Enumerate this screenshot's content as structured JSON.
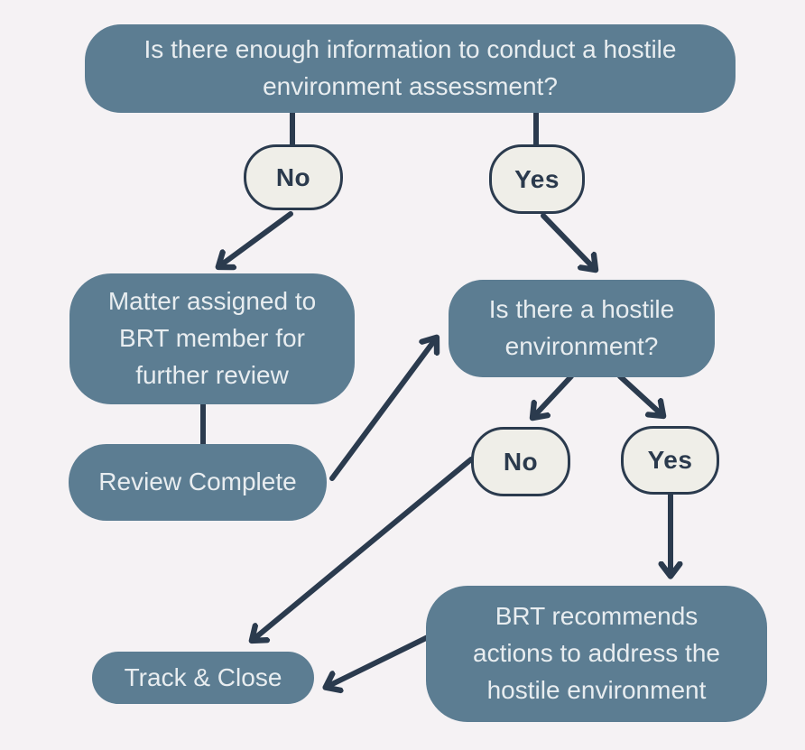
{
  "background_color": "#f5f2f4",
  "colors": {
    "process_fill": "#5c7d92",
    "process_text": "#e8edf0",
    "decision_fill": "#efeee8",
    "lines_and_outlines": "#2b3b4e"
  },
  "flowchart": {
    "nodes": {
      "q1": "Is there enough information to conduct a hostile\nenvironment assessment?",
      "no1": "No",
      "yes1": "Yes",
      "matter": "Matter assigned to\nBRT member for\nfurther review",
      "review": "Review Complete",
      "q2": "Is there a hostile\nenvironment?",
      "no2": "No",
      "yes2": "Yes",
      "track": "Track & Close",
      "brt": "BRT recommends\nactions to address the\nhostile environment"
    },
    "edges": [
      {
        "from": "q1",
        "to": "no1",
        "arrow": false
      },
      {
        "from": "q1",
        "to": "yes1",
        "arrow": false
      },
      {
        "from": "no1",
        "to": "matter",
        "arrow": true
      },
      {
        "from": "yes1",
        "to": "q2",
        "arrow": true
      },
      {
        "from": "matter",
        "to": "review",
        "arrow": false
      },
      {
        "from": "review",
        "to": "q2",
        "arrow": true
      },
      {
        "from": "q2",
        "to": "no2",
        "arrow": true
      },
      {
        "from": "q2",
        "to": "yes2",
        "arrow": true
      },
      {
        "from": "no2",
        "to": "track",
        "arrow": true
      },
      {
        "from": "yes2",
        "to": "brt",
        "arrow": true
      },
      {
        "from": "brt",
        "to": "track",
        "arrow": true
      }
    ]
  }
}
